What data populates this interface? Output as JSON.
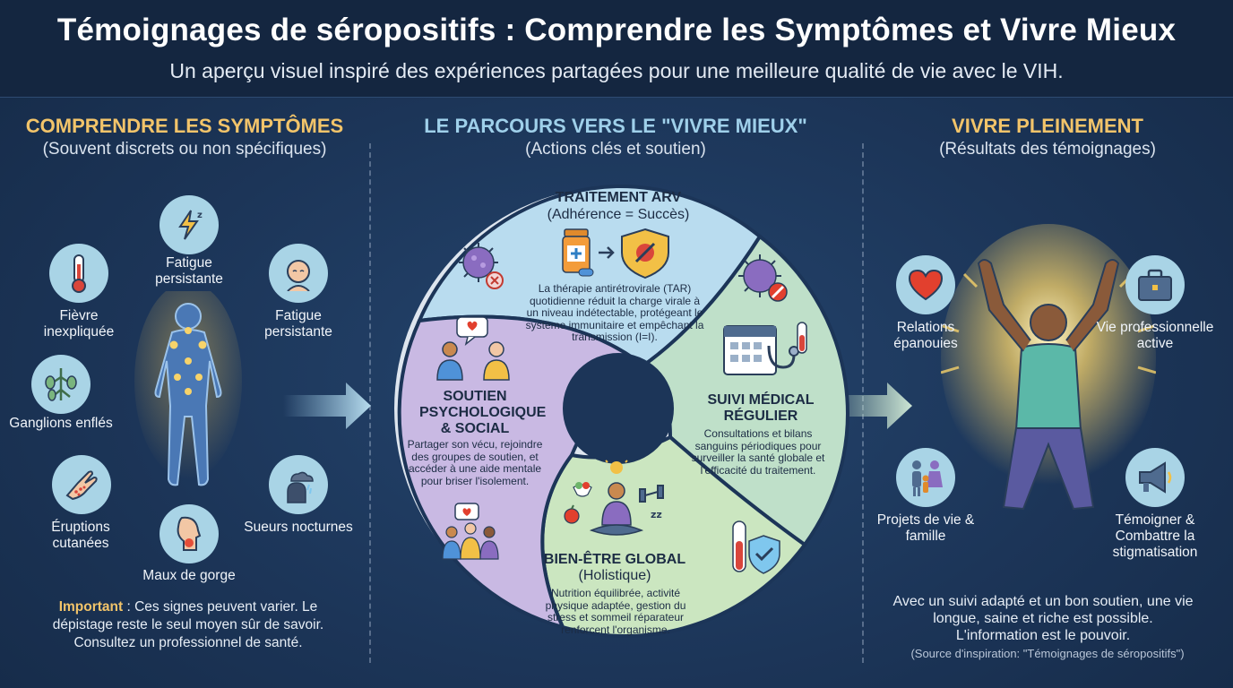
{
  "header": {
    "title": "Témoignages de séropositifs : Comprendre les Symptômes et Vivre Mieux",
    "subtitle": "Un aperçu visuel inspiré des expériences partagées pour une meilleure qualité de vie avec le VIH."
  },
  "left": {
    "title": "COMPRENDRE LES SYMPTÔMES",
    "subtitle": "(Souvent discrets ou non spécifiques)",
    "symptoms": {
      "fievre": "Fièvre inexpliquée",
      "fatigue_top": "Fatigue persistante",
      "fatigue_right": "Fatigue persistante",
      "ganglions": "Ganglions enflés",
      "eruptions": "Éruptions cutanées",
      "gorge": "Maux de gorge",
      "sueurs": "Sueurs nocturnes"
    },
    "note_strong": "Important",
    "note_text": " : Ces signes peuvent varier. Le dépistage reste le seul moyen sûr de savoir. Consultez un professionnel de santé."
  },
  "middle": {
    "title": "LE PARCOURS VERS LE \"VIVRE MIEUX\"",
    "subtitle": "(Actions clés et soutien)",
    "arv": {
      "title": "TRAITEMENT ARV",
      "sub": "(Adhérence = Succès)",
      "text": "La thérapie antirétrovirale (TAR) quotidienne réduit la charge virale à un niveau indétectable, protégeant le système immunitaire et empêchant la transmission (I=I)."
    },
    "soutien": {
      "title": "SOUTIEN PSYCHOLOGIQUE & SOCIAL",
      "text": "Partager son vécu, rejoindre des groupes de soutien, et accéder à une aide mentale pour briser l'isolement."
    },
    "suivi": {
      "title": "SUIVI MÉDICAL RÉGULIER",
      "text": "Consultations et bilans sanguins périodiques pour surveiller la santé globale et l'efficacité du traitement."
    },
    "bienetre": {
      "title": "BIEN-ÊTRE GLOBAL",
      "sub": "(Holistique)",
      "text": "Nutrition équilibrée, activité physique adaptée, gestion du stress et sommeil réparateur renforcent l'organisme."
    }
  },
  "right": {
    "title": "VIVRE PLEINEMENT",
    "subtitle": "(Résultats des témoignages)",
    "outcomes": {
      "relations": "Relations épanouies",
      "pro": "Vie professionnelle active",
      "projets": "Projets de vie & famille",
      "temoigner": "Témoigner & Combattre la stigmatisation"
    },
    "conclusion": "Avec un suivi adapté et un bon soutien, une vie longue, saine et riche est possible. L'information est le pouvoir.",
    "source": "(Source d'inspiration: \"Témoignages de séropositifs\")"
  },
  "colors": {
    "accent_left": "#f2c46a",
    "accent_mid": "#9fd0ea",
    "accent_right": "#f2c46a",
    "arv_segment": "#b9dcef",
    "suivi_segment": "#bfe0c9",
    "bienetre_segment": "#cbe6c0",
    "soutien_segment": "#c9b9e3"
  },
  "icons": [
    "thermometer-icon",
    "lightning-icon",
    "head-icon",
    "lymph-icon",
    "rash-hand-icon",
    "throat-icon",
    "cloud-head-icon",
    "virus-icon",
    "pill-bottle-icon",
    "shield-virus-icon",
    "calendar-icon",
    "stethoscope-icon",
    "test-tube-icon",
    "chat-people-icon",
    "group-icon",
    "meditation-icon",
    "heart-icon",
    "briefcase-icon",
    "family-icon",
    "megaphone-icon"
  ]
}
